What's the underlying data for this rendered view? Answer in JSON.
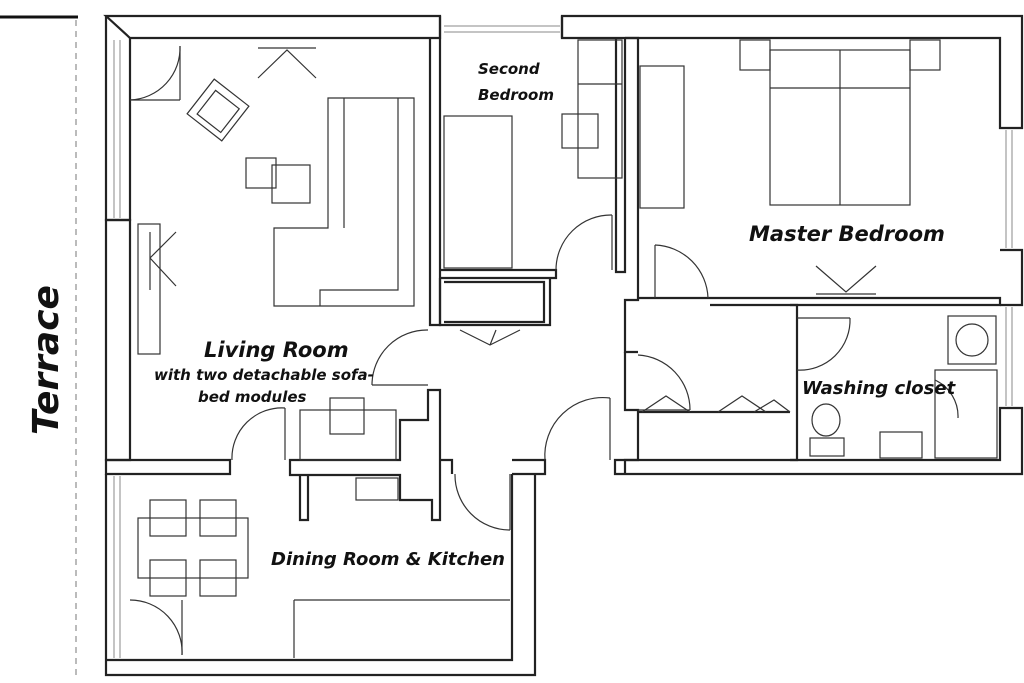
{
  "rooms": {
    "terrace": "Terrace",
    "second_bedroom_line1": "Second",
    "second_bedroom_line2": "Bedroom",
    "master_bedroom": "Master Bedroom",
    "living_room": "Living Room",
    "living_room_note1": "with two detachable sofa-",
    "living_room_note2": "bed modules",
    "washing_closet": "Washing closet",
    "dining_kitchen": "Dining Room & Kitchen"
  }
}
